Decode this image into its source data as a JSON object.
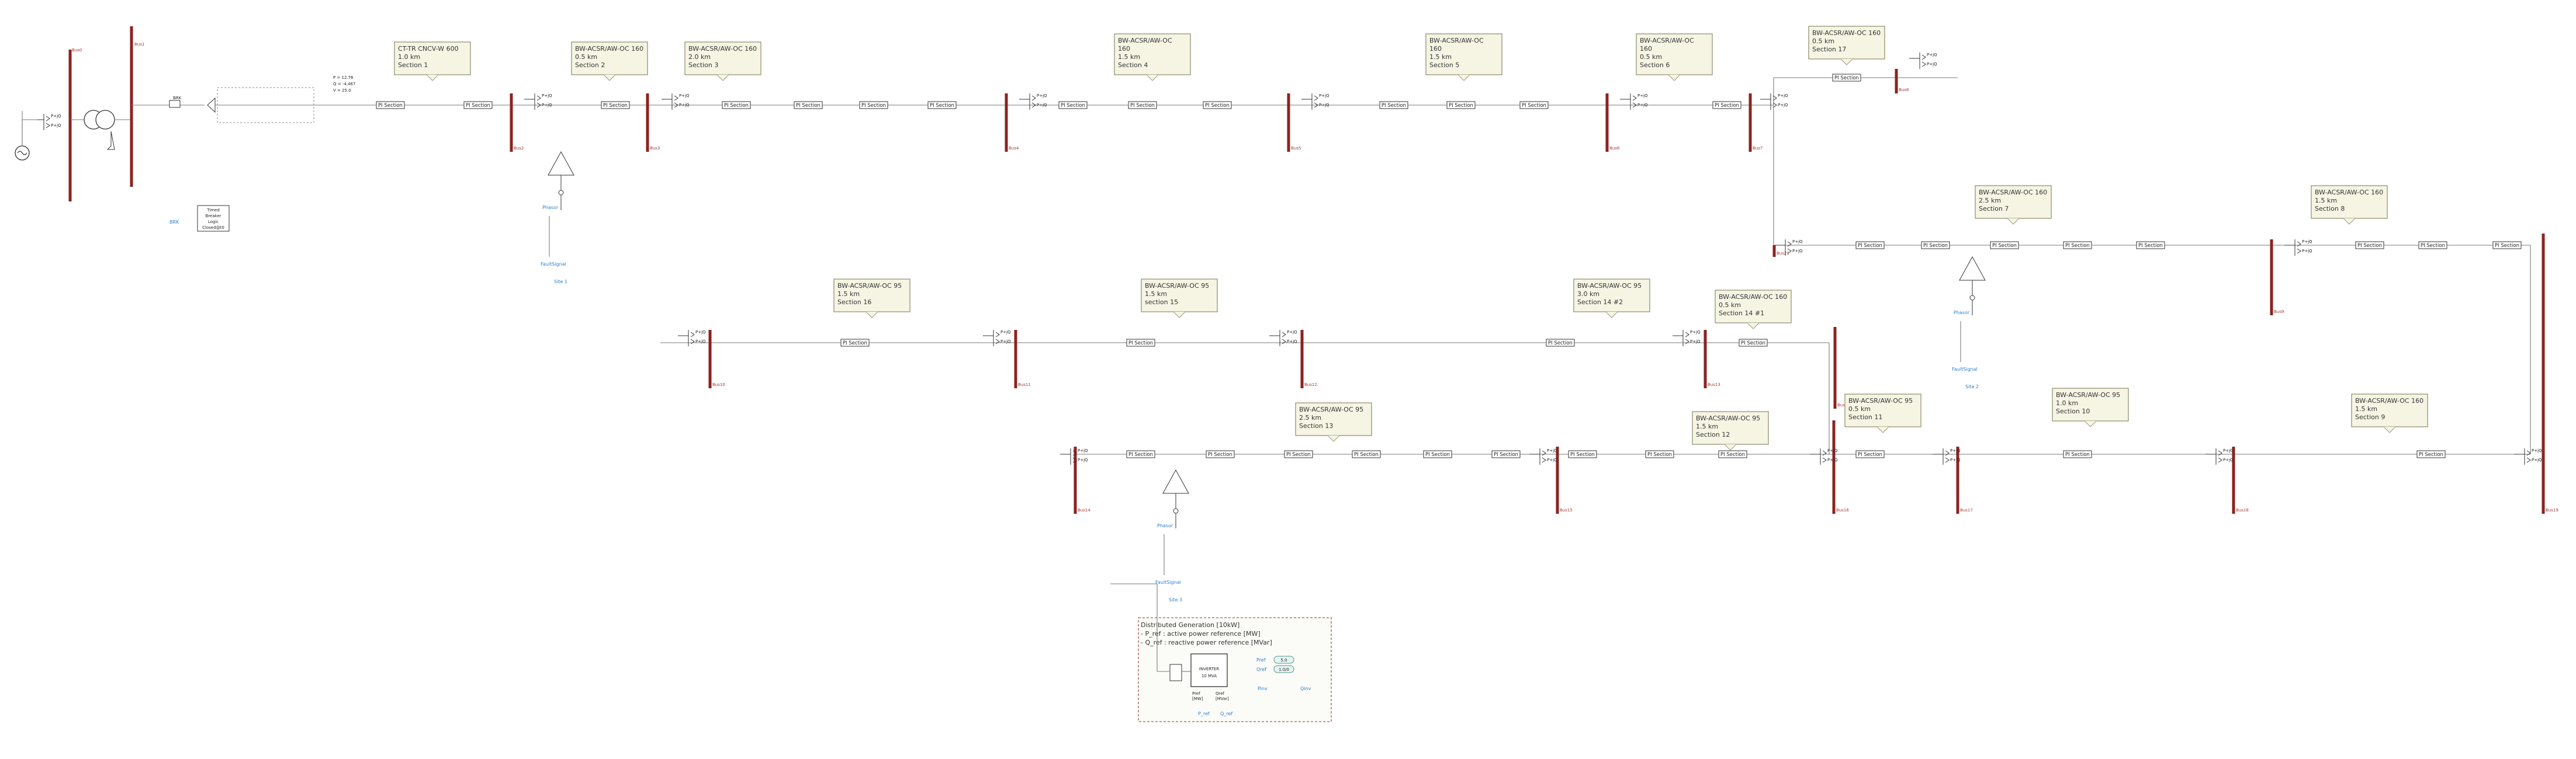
{
  "grid": {
    "equivalent_name": "",
    "source_bus_label": "Bus0",
    "source_bus2_label": "Bus1",
    "meter_readings": [
      "P = 12.76",
      "Q = -4.467",
      "V = 25.0"
    ],
    "breaker_logic_label": [
      "Timed",
      "Breaker",
      "Logic",
      "Closed@t0"
    ],
    "brk_label": "BRK",
    "brk_icon_label": "BRK"
  },
  "section_label": "PI Section",
  "load_texts": [
    "P+jQ",
    "P+jQ"
  ],
  "notes": [
    {
      "id": "sec1",
      "lines": [
        "CT-TR CNCV-W 600",
        "1.0 km",
        "Section 1"
      ]
    },
    {
      "id": "sec2",
      "lines": [
        "BW-ACSR/AW-OC 160",
        "0.5 km",
        "Section 2"
      ]
    },
    {
      "id": "sec3",
      "lines": [
        "BW-ACSR/AW-OC 160",
        "2.0 km",
        "Section 3"
      ]
    },
    {
      "id": "sec4",
      "lines": [
        "BW-ACSR/AW-OC",
        "160",
        "1.5 km",
        "Section 4"
      ]
    },
    {
      "id": "sec5",
      "lines": [
        "BW-ACSR/AW-OC",
        "160",
        "1.5 km",
        "Section 5"
      ]
    },
    {
      "id": "sec6",
      "lines": [
        "BW-ACSR/AW-OC",
        "160",
        "0.5 km",
        "Section 6"
      ]
    },
    {
      "id": "sec17",
      "lines": [
        "BW-ACSR/AW-OC 160",
        "0.5 km",
        "Section 17"
      ]
    },
    {
      "id": "sec7",
      "lines": [
        "BW-ACSR/AW-OC 160",
        "2.5 km",
        "Section 7"
      ]
    },
    {
      "id": "sec8",
      "lines": [
        "BW-ACSR/AW-OC 160",
        "1.5 km",
        "Section 8"
      ]
    },
    {
      "id": "sec16",
      "lines": [
        "BW-ACSR/AW-OC 95",
        "1.5 km",
        "Section 16"
      ]
    },
    {
      "id": "sec15",
      "lines": [
        "BW-ACSR/AW-OC 95",
        "1.5 km",
        "section 15"
      ]
    },
    {
      "id": "sec14b",
      "lines": [
        "BW-ACSR/AW-OC 95",
        "3.0 km",
        "Section 14 #2"
      ]
    },
    {
      "id": "sec14a",
      "lines": [
        "BW-ACSR/AW-OC 160",
        "0.5 km",
        "Section 14 #1"
      ]
    },
    {
      "id": "sec13",
      "lines": [
        "BW-ACSR/AW-OC 95",
        "2.5 km",
        "Section 13"
      ]
    },
    {
      "id": "sec12",
      "lines": [
        "BW-ACSR/AW-OC 95",
        "1.5 km",
        "Section 12"
      ]
    },
    {
      "id": "sec11",
      "lines": [
        "BW-ACSR/AW-OC 95",
        "0.5 km",
        "Section 11"
      ]
    },
    {
      "id": "sec10",
      "lines": [
        "BW-ACSR/AW-OC 95",
        "1.0 km",
        "Section 10"
      ]
    },
    {
      "id": "sec9",
      "lines": [
        "BW-ACSR/AW-OC 160",
        "1.5 km",
        "Section 9"
      ]
    }
  ],
  "buses": [
    "Bus2",
    "Bus3",
    "Bus4",
    "Bus5",
    "Bus6",
    "Bus7",
    "Bus8",
    "Bus9",
    "Bus10",
    "Bus11",
    "Bus12",
    "Bus13",
    "Bus14",
    "Bus15",
    "Bus16",
    "Bus17",
    "Bus18",
    "Bus19",
    "Bus20",
    "Bus21"
  ],
  "sites": [
    {
      "id": "site1",
      "phasor": "Phasor",
      "fault": "FaultSignal",
      "label": "Site 1"
    },
    {
      "id": "site2",
      "phasor": "Phasor",
      "fault": "FaultSignal",
      "label": "Site 2"
    },
    {
      "id": "site3",
      "phasor": "Phasor",
      "fault": "FaultSignal",
      "label": "Site 3"
    }
  ],
  "dg": {
    "title": "Distributed Generation [10kW]",
    "lines": [
      "- P_ref : active power reference [MW]",
      "- Q_ref : reactive power reference [MVar]"
    ],
    "inverter": [
      "INVERTER",
      "10 MVA"
    ],
    "pref": [
      "Pref",
      "[MW]"
    ],
    "qref": [
      "Qref",
      "[MVar]"
    ],
    "slider_values": [
      "5.0",
      "1.0/0"
    ],
    "inputs": [
      "Pref",
      "Qref"
    ],
    "outputs": [
      "Pinv",
      "Qinv"
    ],
    "bottom": [
      "P_ref",
      "Q_ref"
    ]
  },
  "colors": {
    "bus": "#8b2320",
    "note_fill": "#f6f5e4",
    "wire": "#7a7a7a",
    "accent_blue": "#2a7fcf"
  }
}
